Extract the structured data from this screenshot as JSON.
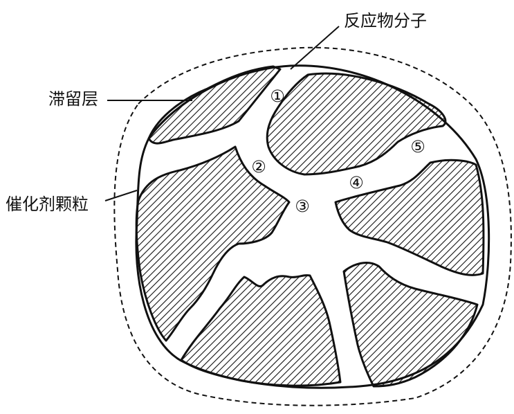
{
  "labels": {
    "reactant": "反应物分子",
    "stagnant_layer": "滞留层",
    "catalyst_particle": "催化剂颗粒"
  },
  "pores": [
    "①",
    "②",
    "③",
    "④",
    "⑤"
  ],
  "colors": {
    "ink": "#111111",
    "background": "#ffffff"
  }
}
